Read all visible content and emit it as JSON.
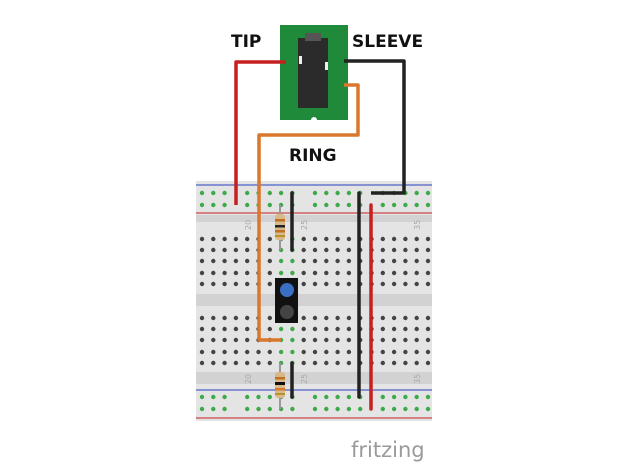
{
  "labels": {
    "tip": "TIP",
    "sleeve": "SLEEVE",
    "ring": "RING"
  },
  "breadboard": {
    "column_labels": [
      "20",
      "25",
      "35"
    ]
  },
  "logo": "fritzing",
  "colors": {
    "tip_wire": "#c62020",
    "sleeve_wire": "#222222",
    "ring_wire": "#d9782c",
    "jack_board": "#1f8a3a",
    "sensor_dot": "#3a6fc4"
  }
}
